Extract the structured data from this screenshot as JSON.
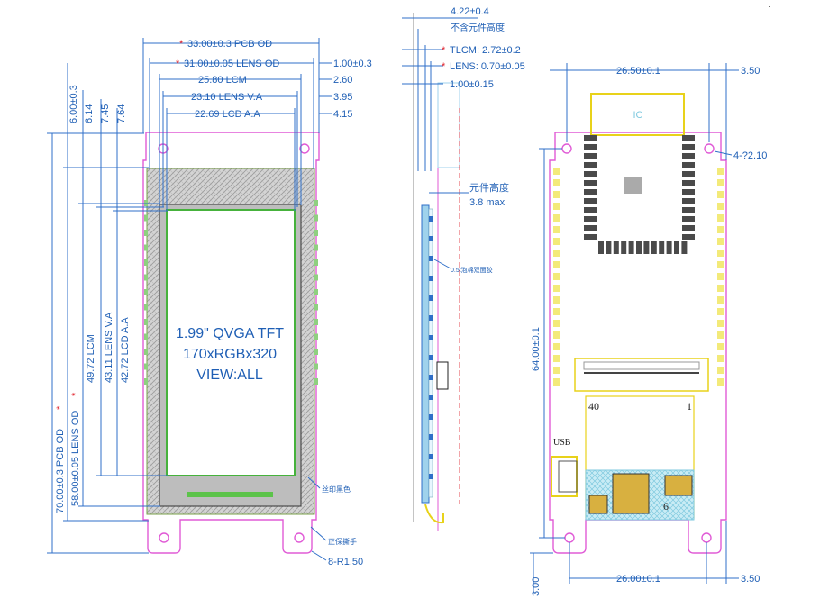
{
  "front_view": {
    "top_dims": [
      {
        "star": "*",
        "text": "33.00±0.3 PCB OD"
      },
      {
        "star": "*",
        "text": "31.00±0.05 LENS OD"
      },
      {
        "star": "",
        "text": "25.80 LCM"
      },
      {
        "star": "",
        "text": "23.10 LENS V.A"
      },
      {
        "star": "",
        "text": "22.69 LCD A.A"
      }
    ],
    "right_dims": [
      "1.00±0.3",
      "2.60",
      "3.95",
      "4.15"
    ],
    "top_side_dims": [
      "6.00±0.3",
      "6.14",
      "7.45",
      "7.64"
    ],
    "left_dims": [
      {
        "star": "*",
        "text": "70.00±0.3 PCB OD"
      },
      {
        "star": "*",
        "text": "58.00±0.05 LENS OD"
      },
      {
        "star": "",
        "text": "49.72 LCM"
      },
      {
        "star": "",
        "text": "43.11 LENS V.A"
      },
      {
        "star": "",
        "text": "42.72 LCD A.A"
      }
    ],
    "screen_text": [
      "1.99\" QVGA TFT",
      "170xRGBx320",
      "VIEW:ALL"
    ],
    "silk_note": "丝印黑色",
    "tab_note": "正保撕手",
    "corner_note": "8-R1.50"
  },
  "side_view": {
    "dim_422": "4.22±0.4",
    "note_422": "不含元件高度",
    "tlcm": "TLCM: 2.72±0.2",
    "lens": "LENS: 0.70±0.05",
    "dim_100": "1.00±0.15",
    "comp_height_label": "元件高度",
    "comp_height_value": "3.8 max",
    "tape_note": "0.5t泡棉双面胶"
  },
  "back_view": {
    "top_width": "26.50±0.1",
    "top_right": "3.50",
    "hole_note": "4-?2.10",
    "ic_label": "IC",
    "height": "64.00±0.1",
    "pin_40": "40",
    "pin_1": "1",
    "usb_label": "USB",
    "bottom_left": "3.00",
    "bottom_width": "26.00±0.1",
    "bottom_right": "3.50",
    "chip_label": "6"
  },
  "colors": {
    "outline": "#e05bd6",
    "dimension": "#2f6fc8",
    "lcd_outline": "#46b23c",
    "fpc": "#e8d21a",
    "star": "#e0202a"
  }
}
